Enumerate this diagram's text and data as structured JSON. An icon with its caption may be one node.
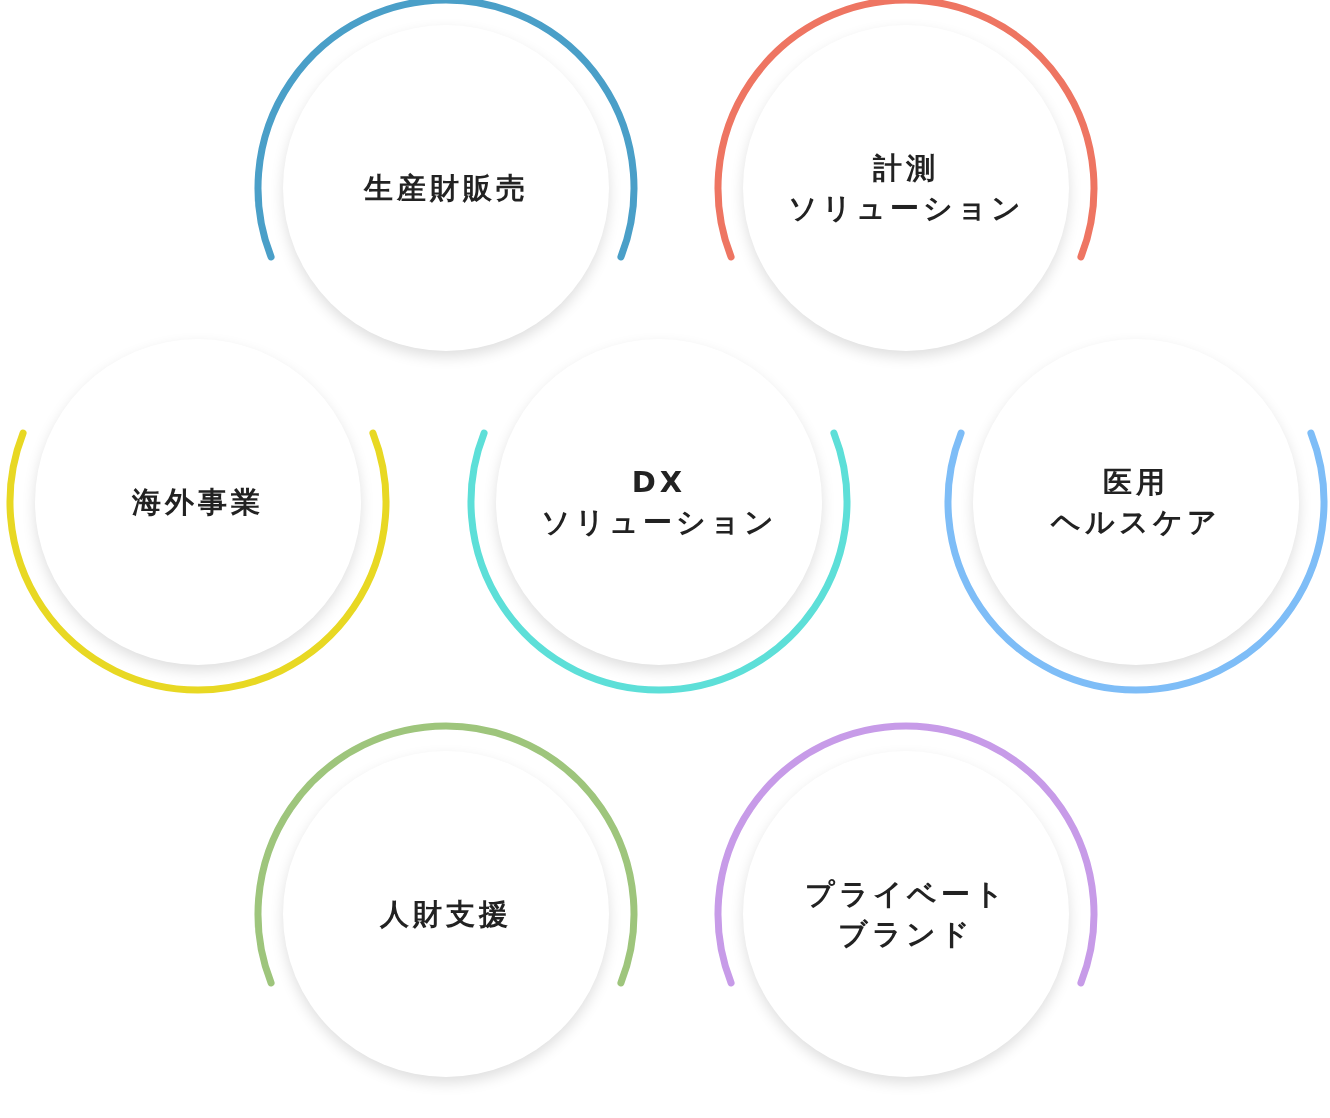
{
  "diagram": {
    "nodes": [
      {
        "text": [
          "生産財販売"
        ]
      },
      {
        "text": [
          "計測",
          "ソリューション"
        ]
      },
      {
        "text": [
          "海外事業"
        ]
      },
      {
        "text": [
          "DX",
          "ソリューション"
        ]
      },
      {
        "text": [
          "医用",
          "ヘルスケア"
        ]
      },
      {
        "text": [
          "人財支援"
        ]
      },
      {
        "text": [
          "プライベート",
          "ブランド"
        ]
      }
    ]
  }
}
